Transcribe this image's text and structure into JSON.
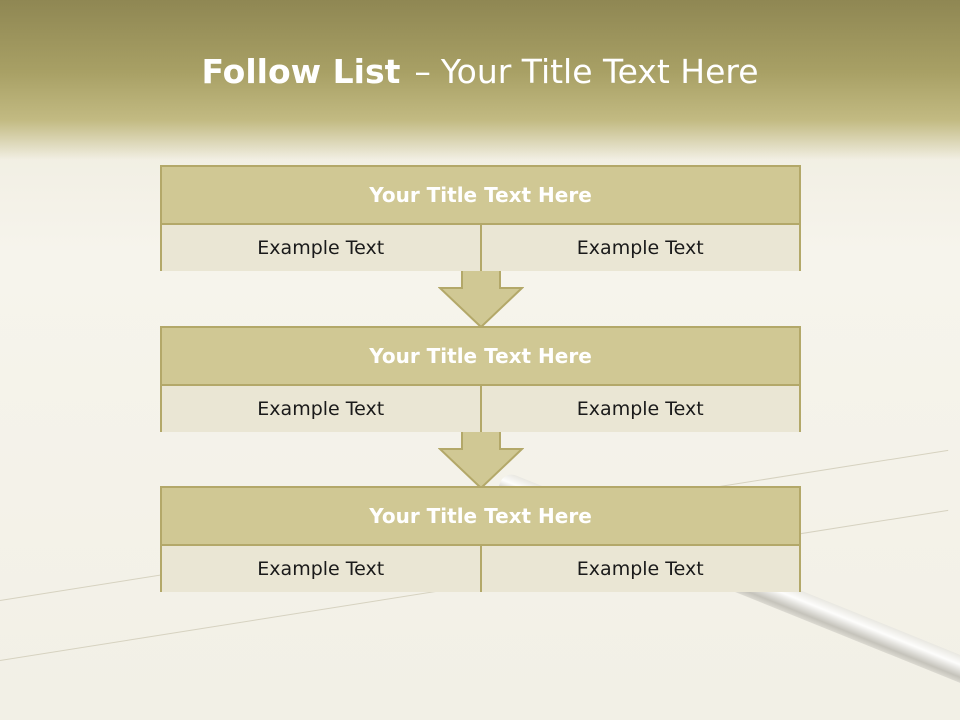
{
  "slide": {
    "title_bold": "Follow List",
    "title_dash": "–",
    "title_rest": "Your Title Text Here"
  },
  "blocks": [
    {
      "title": "Your Title Text Here",
      "left": "Example Text",
      "right": "Example Text"
    },
    {
      "title": "Your Title Text Here",
      "left": "Example Text",
      "right": "Example Text"
    },
    {
      "title": "Your Title Text Here",
      "left": "Example Text",
      "right": "Example Text"
    }
  ],
  "colors": {
    "header_dark": "#8f8753",
    "block_header": "#d0c894",
    "block_border": "#b3a869",
    "cell_bg": "#eae6d4"
  }
}
